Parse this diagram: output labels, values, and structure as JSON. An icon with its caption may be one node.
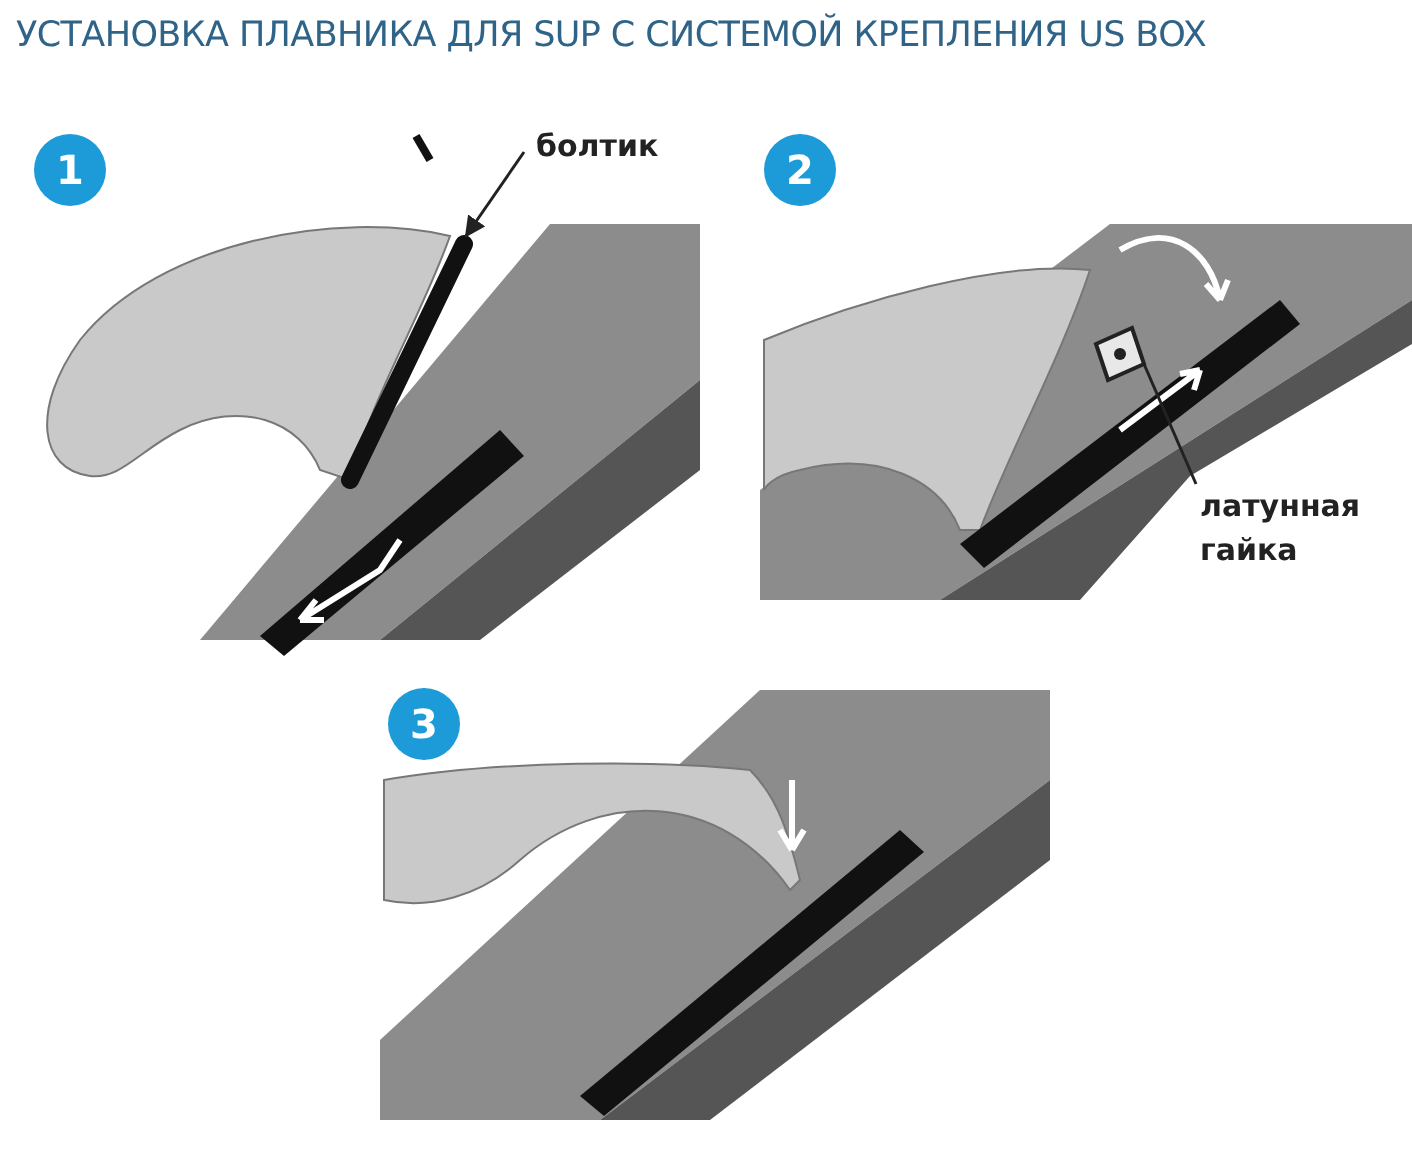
{
  "diagram": {
    "title": "УСТАНОВКА ПЛАВНИКА ДЛЯ SUP С СИСТЕМОЙ КРЕПЛЕНИЯ US BOX",
    "nodes": [
      {
        "text": [
          "1"
        ]
      },
      {
        "text": [
          "болтик"
        ]
      },
      {
        "text": [],
        "shape": "picture"
      },
      {
        "text": [
          "2"
        ]
      },
      {
        "text": [
          "латунная гайка"
        ]
      },
      {
        "text": [],
        "shape": "picture"
      },
      {
        "text": [
          "3"
        ]
      }
    ],
    "edges": [
      {
        "from": 1,
        "to": 2,
        "arrow": "to"
      },
      {
        "from": 4,
        "to": 5,
        "arrow": "none"
      }
    ]
  }
}
